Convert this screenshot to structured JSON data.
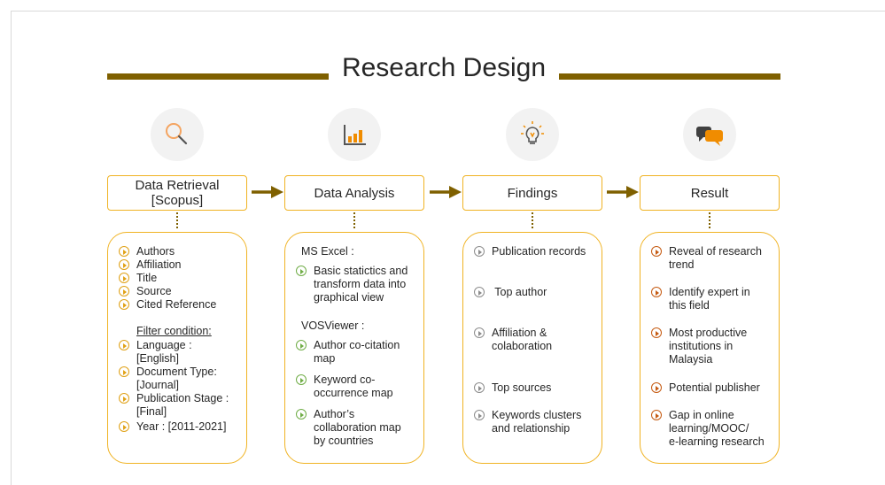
{
  "title": "Research Design",
  "colors": {
    "accent_dark": "#7f6000",
    "box_border": "#f0b323",
    "bullet_orange": "#e0a116",
    "bullet_green": "#70ad47",
    "bullet_gray": "#8c8c8c",
    "bullet_red": "#c55a11"
  },
  "stages": [
    {
      "icon": "magnifier-icon",
      "label_line1": "Data Retrieval",
      "label_line2": "[Scopus]"
    },
    {
      "icon": "bar-chart-icon",
      "label": "Data Analysis"
    },
    {
      "icon": "lightbulb-icon",
      "label": "Findings"
    },
    {
      "icon": "speech-bubbles-icon",
      "label": "Result"
    }
  ],
  "retrieval": {
    "items": [
      "Authors",
      "Affiliation",
      "Title",
      "Source",
      "Cited Reference"
    ],
    "filter_heading": "Filter condition:",
    "filters": [
      {
        "line1": "Language :",
        "line2": "[English]"
      },
      {
        "line1": "Document Type:",
        "line2": "[Journal]"
      },
      {
        "line1": "Publication Stage :",
        "line2": "[Final]"
      },
      {
        "line1": "Year : [2011-2021]"
      }
    ]
  },
  "analysis": {
    "excel_heading": "MS Excel :",
    "excel_item": {
      "l1": "Basic statictics and",
      "l2": "transform data into",
      "l3": "graphical view"
    },
    "vos_heading": "VOSViewer :",
    "vos_items": [
      {
        "l1": "Author co-citation",
        "l2": "map"
      },
      {
        "l1": "Keyword co-",
        "l2": "occurrence map"
      },
      {
        "l1": "Author’s",
        "l2": "collaboration map",
        "l3": "by countries"
      }
    ]
  },
  "findings": {
    "items": [
      {
        "l1": "Publication records"
      },
      {
        "l1": " Top author"
      },
      {
        "l1": "Affiliation &",
        "l2": "colaboration"
      },
      {
        "l1": "Top sources"
      },
      {
        "l1": "Keywords clusters",
        "l2": "and relationship"
      }
    ]
  },
  "result": {
    "items": [
      {
        "l1": "Reveal of research",
        "l2": "trend"
      },
      {
        "l1": "Identify expert in",
        "l2": "this field"
      },
      {
        "l1": "Most productive",
        "l2": "institutions in",
        "l3": "Malaysia"
      },
      {
        "l1": "Potential publisher"
      },
      {
        "l1": "Gap in online",
        "l2": "learning/MOOC/",
        "l3": "e-learning research"
      }
    ]
  }
}
